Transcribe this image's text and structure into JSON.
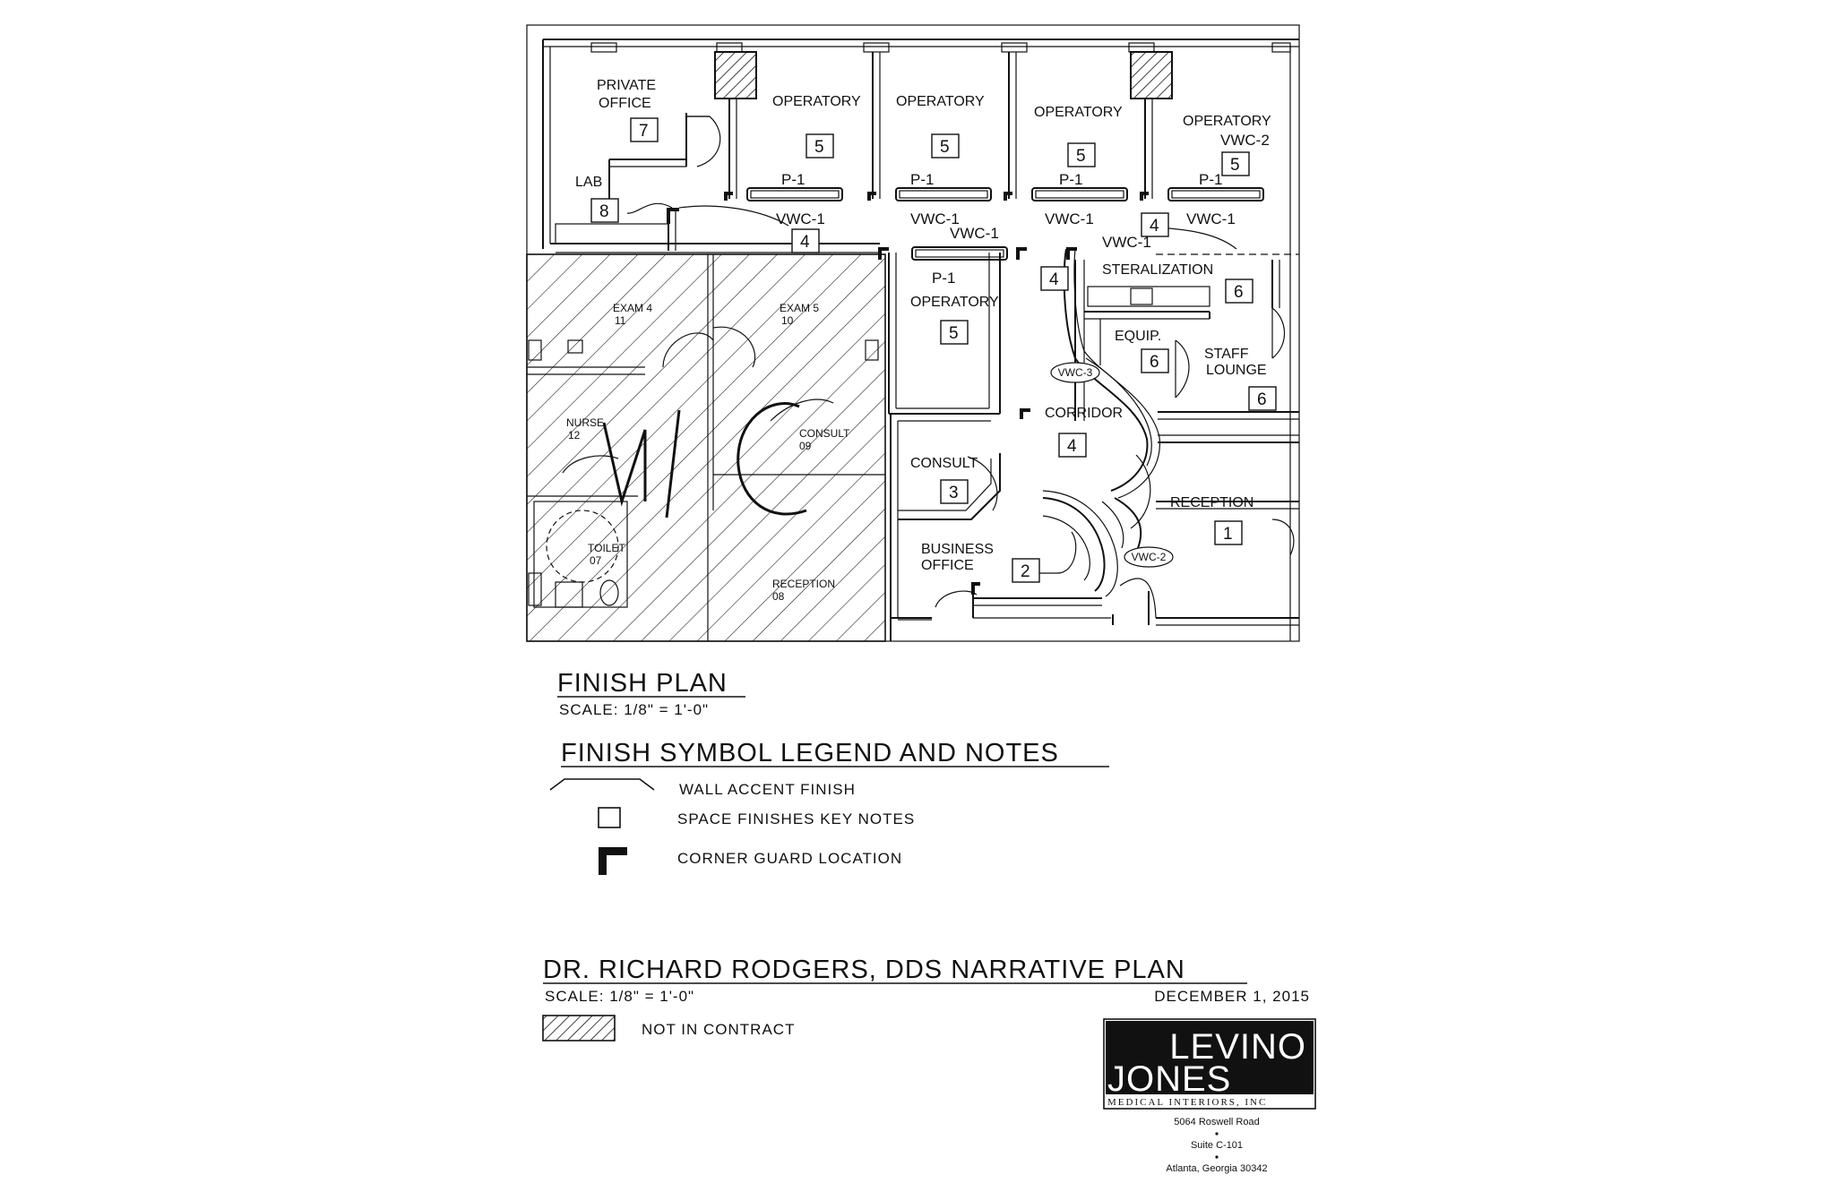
{
  "rooms": {
    "private_office": {
      "line1": "PRIVATE",
      "line2": "OFFICE",
      "key": "7"
    },
    "lab": {
      "label": "LAB",
      "key": "8"
    },
    "operatory_1": {
      "label": "OPERATORY",
      "key": "5",
      "fixture": "P-1",
      "finish": "VWC-1"
    },
    "operatory_2": {
      "label": "OPERATORY",
      "key": "5",
      "fixture": "P-1",
      "finish": "VWC-1"
    },
    "operatory_3": {
      "label": "OPERATORY",
      "key": "5",
      "fixture": "P-1",
      "finish": "VWC-1"
    },
    "operatory_4": {
      "label": "OPERATORY",
      "key": "5",
      "fixture": "P-1",
      "finish": "VWC-1",
      "finish_top": "VWC-2"
    },
    "operatory_5": {
      "label": "OPERATORY",
      "key": "5",
      "fixture": "P-1",
      "finish": "VWC-1"
    },
    "hall_key_1": "4",
    "hall_key_2": "4",
    "hall_key_3": "4",
    "sterilization": {
      "label": "STERALIZATION",
      "key": "6",
      "finish": "VWC-1"
    },
    "equip": {
      "label": "EQUIP.",
      "key": "6"
    },
    "staff_lounge": {
      "line1": "STAFF",
      "line2": "LOUNGE",
      "key": "6"
    },
    "corridor": {
      "label": "CORRIDOR",
      "key": "4",
      "finish": "VWC-3"
    },
    "consult": {
      "label": "CONSULT",
      "key": "3"
    },
    "business_office": {
      "line1": "BUSINESS",
      "line2": "OFFICE",
      "key": "2"
    },
    "reception": {
      "label": "RECEPTION",
      "key": "1",
      "finish": "VWC-2"
    }
  },
  "nic_rooms": {
    "exam4": {
      "name": "EXAM 4",
      "num": "11"
    },
    "exam5": {
      "name": "EXAM 5",
      "num": "10"
    },
    "nurse": {
      "name": "NURSE",
      "num": "12"
    },
    "consult": {
      "name": "CONSULT",
      "num": "09"
    },
    "toilet": {
      "name": "TOILET",
      "num": "07"
    },
    "reception": {
      "name": "RECEPTION",
      "num": "08"
    },
    "nic_text": "NIC"
  },
  "finish_plan": {
    "title": "FINISH PLAN",
    "scale": "SCALE: 1/8\" = 1'-0\""
  },
  "legend": {
    "title": "FINISH SYMBOL LEGEND AND NOTES",
    "items": [
      {
        "symbol": "wall-accent",
        "label": "WALL ACCENT FINISH"
      },
      {
        "symbol": "key-box",
        "label": "SPACE FINISHES KEY NOTES"
      },
      {
        "symbol": "corner-guard",
        "label": "CORNER GUARD LOCATION"
      }
    ]
  },
  "title_block": {
    "title": "DR. RICHARD RODGERS, DDS NARRATIVE PLAN",
    "scale": "SCALE: 1/8\" = 1'-0\"",
    "date": "DECEMBER 1, 2015",
    "nic_label": "NOT IN CONTRACT"
  },
  "logo": {
    "line1": "LEVINO",
    "line2": "JONES",
    "line3": "MEDICAL INTERIORS, INC"
  },
  "address": {
    "line1": "5064 Roswell Road",
    "line2": "Suite C-101",
    "line3": "Atlanta, Georgia 30342"
  }
}
